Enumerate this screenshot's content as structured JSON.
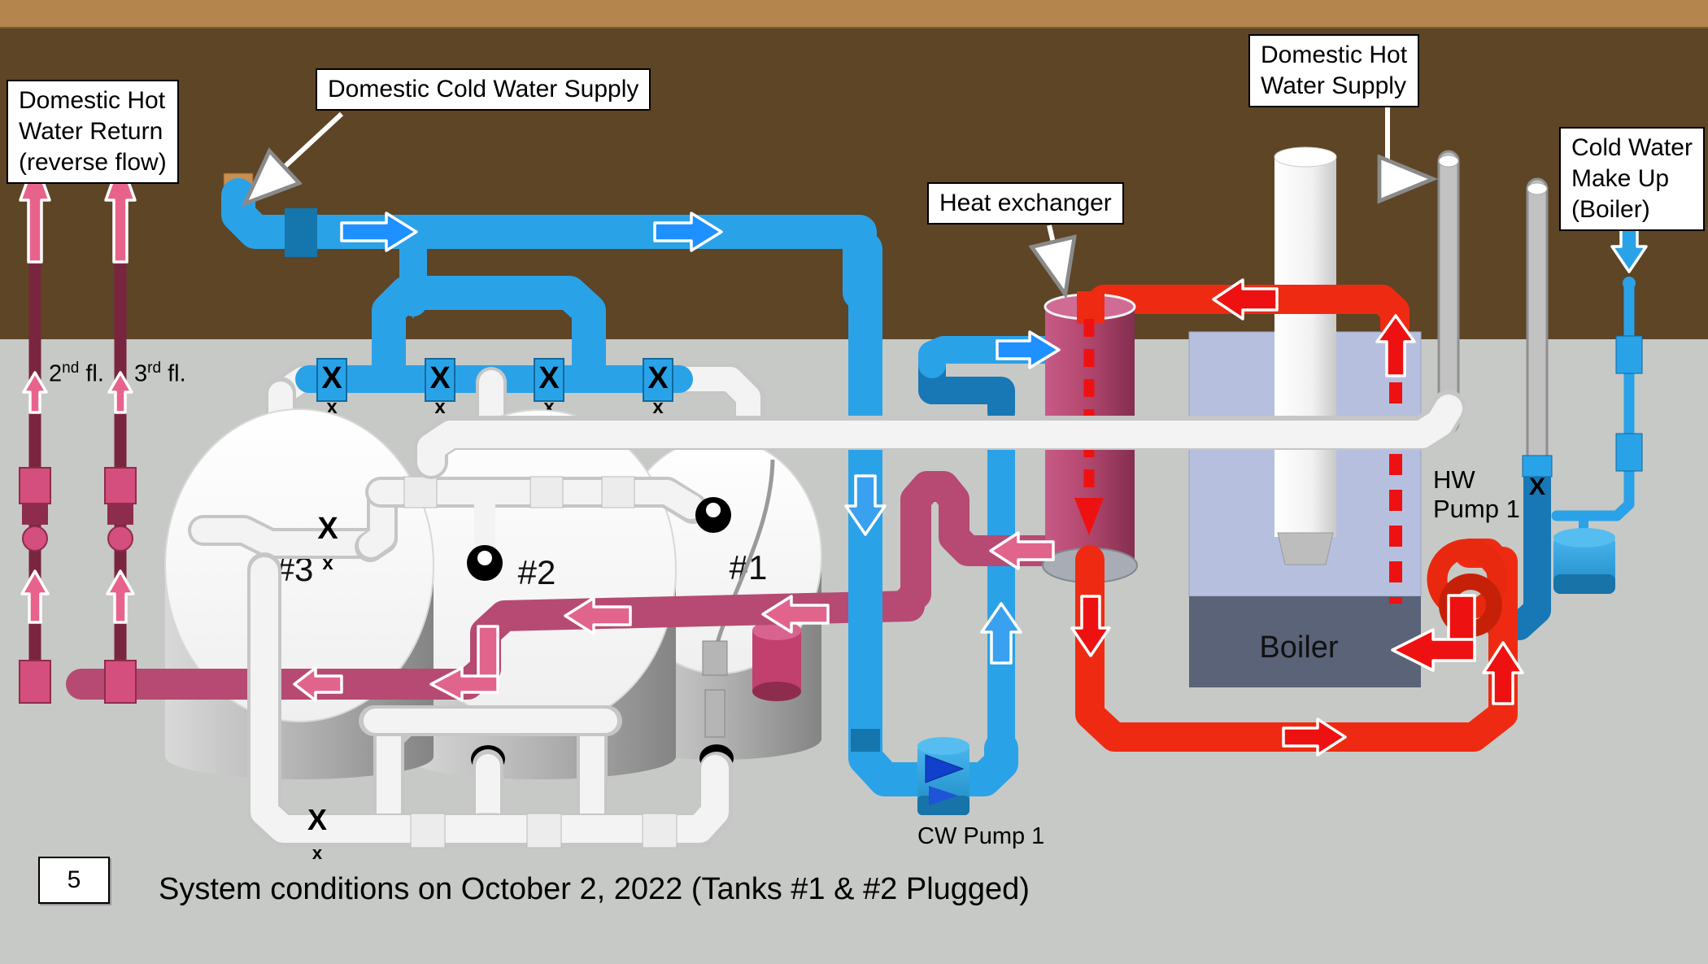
{
  "page": {
    "number": "5",
    "caption": "System conditions on October 2, 2022  (Tanks #1 & #2  Plugged)"
  },
  "labels": {
    "dhw_return": {
      "l1": "Domestic Hot",
      "l2": "Water Return",
      "l3": "(reverse flow)"
    },
    "dcw_supply": {
      "text": "Domestic Cold Water Supply"
    },
    "heat_exchanger": {
      "text": "Heat exchanger"
    },
    "dhw_supply": {
      "l1": "Domestic Hot",
      "l2": "Water Supply"
    },
    "cw_makeup": {
      "l1": "Cold Water",
      "l2": "Make Up",
      "l3": "(Boiler)"
    },
    "floor2": {
      "num": "2",
      "sup": "nd",
      "rest": " fl."
    },
    "floor3": {
      "num": "3",
      "sup": "rd",
      "rest": " fl."
    },
    "hw_pump": {
      "l1": "HW",
      "l2": "Pump 1"
    },
    "cw_pump": {
      "text": "CW Pump 1"
    },
    "boiler": {
      "text": "Boiler"
    }
  },
  "tanks": [
    {
      "label": "#3",
      "status": "open"
    },
    {
      "label": "#2",
      "status": "plugged"
    },
    {
      "label": "#1",
      "status": "plugged"
    }
  ],
  "glyphs": {
    "valve_closed": "X",
    "valve_closed_small": "x"
  },
  "colors": {
    "cold_water_pipe": "#2aa2e8",
    "cold_water_dark": "#1877b5",
    "hot_water_pipe": "#ee2b12",
    "return_pipe": "#b64a72",
    "riser_pipe": "#7a2540",
    "pink_arrow": "#e0648c",
    "wall": "#5d4525",
    "wall_top_band": "#b5854e",
    "floor": "#c7c9c6",
    "boiler_jacket": "#b6c0de",
    "boiler_base": "#5a6378",
    "heat_exchanger_body": "#b4486f",
    "white_pipe": "#f3f3f3",
    "gray_pipe": "#c2c2c2"
  }
}
